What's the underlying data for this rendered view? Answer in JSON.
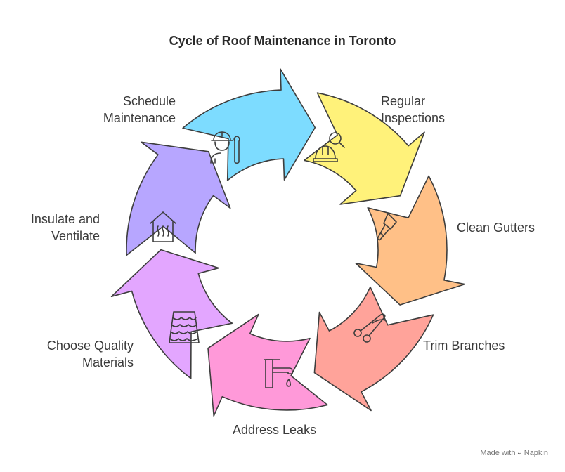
{
  "title": "Cycle of Roof Maintenance in Toronto",
  "colors": {
    "stroke": "#3d3d3d",
    "text": "#3a3a3a"
  },
  "steps": [
    {
      "id": "regular-inspections",
      "lines": [
        "Regular",
        "Inspections"
      ],
      "color": "#fff27a",
      "icon": "hardhat-magnifier-icon"
    },
    {
      "id": "clean-gutters",
      "lines": [
        "Clean Gutters"
      ],
      "color": "#ffc087",
      "icon": "scraper-icon"
    },
    {
      "id": "trim-branches",
      "lines": [
        "Trim Branches"
      ],
      "color": "#ffa39a",
      "icon": "pruning-shears-icon"
    },
    {
      "id": "address-leaks",
      "lines": [
        "Address Leaks"
      ],
      "color": "#ff99d9",
      "icon": "faucet-drip-icon"
    },
    {
      "id": "choose-quality-materials",
      "lines": [
        "Choose Quality",
        "Materials"
      ],
      "color": "#e3a6ff",
      "icon": "roof-shingles-icon"
    },
    {
      "id": "insulate-ventilate",
      "lines": [
        "Insulate and",
        "Ventilate"
      ],
      "color": "#b7a6ff",
      "icon": "house-heat-icon"
    },
    {
      "id": "schedule-maintenance",
      "lines": [
        "Schedule",
        "Maintenance"
      ],
      "color": "#7ddcff",
      "icon": "worker-wrench-icon"
    }
  ],
  "brand": {
    "prefix": "Made with",
    "name": "Napkin"
  }
}
